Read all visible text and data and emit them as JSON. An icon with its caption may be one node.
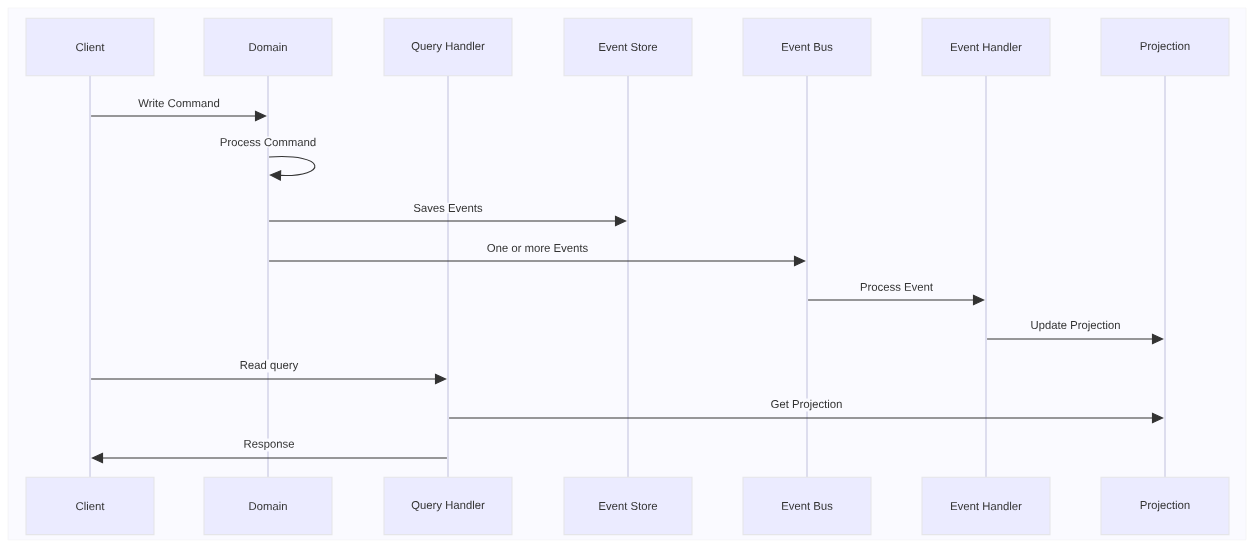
{
  "diagram": {
    "nodes": [
      {
        "text": [
          "Client"
        ]
      },
      {
        "text": [
          "Domain"
        ]
      },
      {
        "text": [
          "Query Handler"
        ]
      },
      {
        "text": [
          "Event Store"
        ]
      },
      {
        "text": [
          "Event Bus"
        ]
      },
      {
        "text": [
          "Event Handler"
        ]
      },
      {
        "text": [
          "Projection"
        ]
      },
      {
        "text": [],
        "shape": "bar"
      },
      {
        "text": [],
        "shape": "bar"
      },
      {
        "text": [],
        "shape": "bar"
      },
      {
        "text": [],
        "shape": "bar"
      },
      {
        "text": [],
        "shape": "bar"
      },
      {
        "text": [],
        "shape": "bar"
      },
      {
        "text": [],
        "shape": "bar"
      },
      {
        "text": [
          "Client"
        ]
      },
      {
        "text": [
          "Domain"
        ]
      },
      {
        "text": [
          "Query Handler"
        ]
      },
      {
        "text": [
          "Event Store"
        ]
      },
      {
        "text": [
          "Event Bus"
        ]
      },
      {
        "text": [
          "Event Handler"
        ]
      },
      {
        "text": [
          "Projection"
        ]
      }
    ],
    "edges": [
      {
        "from": 7,
        "to": 8,
        "arrow": "to",
        "label": "Write Command"
      },
      {
        "from": 8,
        "to": 8,
        "arrow": "to",
        "label": "Process Command"
      },
      {
        "from": 8,
        "to": 10,
        "arrow": "to",
        "label": "Saves Events"
      },
      {
        "from": 8,
        "to": 11,
        "arrow": "to",
        "label": "One or more Events"
      },
      {
        "from": 11,
        "to": 12,
        "arrow": "to",
        "label": "Process Event"
      },
      {
        "from": 12,
        "to": 13,
        "arrow": "to",
        "label": "Update Projection"
      },
      {
        "from": 7,
        "to": 9,
        "arrow": "to",
        "label": "Read query"
      },
      {
        "from": 9,
        "to": 13,
        "arrow": "to",
        "label": "Get Projection"
      },
      {
        "from": 9,
        "to": 7,
        "arrow": "to",
        "label": "Response"
      }
    ]
  }
}
